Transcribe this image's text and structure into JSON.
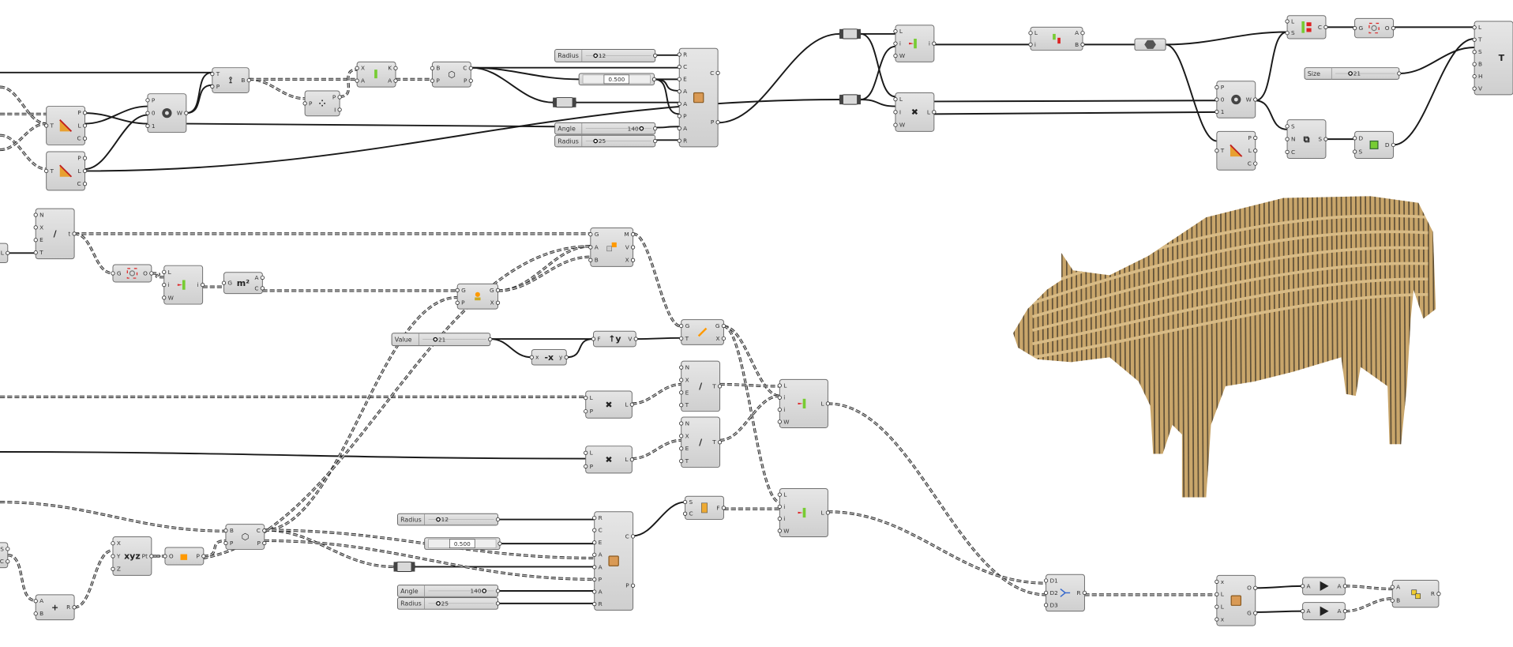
{
  "canvas": {
    "title": "Grasshopper definition canvas",
    "background": "#ffffff",
    "model_color": "#c9a66b"
  },
  "sliders": [
    {
      "id": "s1",
      "label": "Radius",
      "value": "12"
    },
    {
      "id": "s2",
      "label": "",
      "value": "0.500"
    },
    {
      "id": "s3",
      "label": "Angle",
      "value": "140"
    },
    {
      "id": "s4",
      "label": "Radius",
      "value": "25"
    },
    {
      "id": "s5",
      "label": "Size",
      "value": "21"
    },
    {
      "id": "s6",
      "label": "Value",
      "value": "21"
    },
    {
      "id": "s7",
      "label": "Radius",
      "value": "12"
    },
    {
      "id": "s8",
      "label": "",
      "value": "0.500"
    },
    {
      "id": "s9",
      "label": "Angle",
      "value": "140"
    },
    {
      "id": "s10",
      "label": "Radius",
      "value": "25"
    }
  ],
  "nodes": [
    {
      "id": "n1",
      "icon": "gradient-icon",
      "inputs": [
        "T"
      ],
      "outputs": [
        "P",
        "L",
        "C"
      ]
    },
    {
      "id": "n2",
      "icon": "gradient-icon",
      "inputs": [
        "T"
      ],
      "outputs": [
        "P",
        "L",
        "C"
      ]
    },
    {
      "id": "n3",
      "icon": "weave-icon",
      "inputs": [
        "P",
        "0",
        "1"
      ],
      "outputs": [
        "W"
      ]
    },
    {
      "id": "n4",
      "icon": "tree-icon",
      "inputs": [
        "T",
        "P"
      ],
      "outputs": [
        "B"
      ]
    },
    {
      "id": "n5",
      "icon": "points-icon",
      "inputs": [
        "P"
      ],
      "outputs": [
        "P",
        "I"
      ]
    },
    {
      "id": "n6",
      "icon": "bar-icon",
      "inputs": [
        "X",
        "A"
      ],
      "outputs": [
        "K",
        "A"
      ]
    },
    {
      "id": "n7",
      "icon": "brep-edges-icon",
      "inputs": [
        "B",
        "P"
      ],
      "outputs": [
        "C",
        "P"
      ]
    },
    {
      "id": "n8",
      "icon": "box-icon",
      "inputs": [
        "R",
        "C",
        "E",
        "A",
        "A",
        "P",
        "A",
        "R"
      ],
      "outputs": [
        "C",
        "P"
      ]
    },
    {
      "id": "n9",
      "icon": "insert-items-icon",
      "inputs": [
        "L",
        "i",
        "W"
      ],
      "outputs": [
        "i"
      ]
    },
    {
      "id": "n10",
      "icon": "remove-items-icon",
      "inputs": [
        "L",
        "I",
        "W"
      ],
      "outputs": [
        "L"
      ]
    },
    {
      "id": "n11",
      "icon": "split-list-icon",
      "inputs": [
        "L",
        "i"
      ],
      "outputs": [
        "A",
        "B"
      ]
    },
    {
      "id": "n12",
      "icon": "weave-icon",
      "inputs": [
        "P",
        "0",
        "1"
      ],
      "outputs": [
        "W"
      ]
    },
    {
      "id": "n13",
      "icon": "gradient-icon",
      "inputs": [
        "T"
      ],
      "outputs": [
        "P",
        "L",
        "C"
      ]
    },
    {
      "id": "n14",
      "icon": "cull-pattern-icon",
      "inputs": [
        "L",
        "S"
      ],
      "outputs": [
        "C"
      ]
    },
    {
      "id": "n15",
      "icon": "group-icon",
      "inputs": [
        "G"
      ],
      "outputs": [
        "O"
      ]
    },
    {
      "id": "n16",
      "icon": "text-tag-icon",
      "inputs": [
        "L",
        "T",
        "S",
        "B",
        "H",
        "V"
      ],
      "outputs": []
    },
    {
      "id": "n17",
      "icon": "duplicate-icon",
      "inputs": [
        "S",
        "N",
        "C"
      ],
      "outputs": [
        "S"
      ]
    },
    {
      "id": "n18",
      "icon": "layers-icon",
      "inputs": [
        "D",
        "S"
      ],
      "outputs": [
        "D"
      ]
    },
    {
      "id": "n19",
      "icon": "saw-icon",
      "inputs": [
        "N",
        "X",
        "E",
        "T"
      ],
      "outputs": [
        "t"
      ]
    },
    {
      "id": "n20",
      "icon": "group-icon",
      "inputs": [
        "G"
      ],
      "outputs": [
        "O"
      ]
    },
    {
      "id": "n21",
      "icon": "insert-items-icon",
      "inputs": [
        "L",
        "i",
        "W"
      ],
      "outputs": [
        "i"
      ]
    },
    {
      "id": "n22",
      "icon": "area-icon",
      "inputs": [
        "G"
      ],
      "outputs": [
        "A",
        "C"
      ]
    },
    {
      "id": "n23",
      "icon": "centroid-icon",
      "inputs": [
        "G",
        "P"
      ],
      "outputs": [
        "G",
        "X"
      ]
    },
    {
      "id": "n24",
      "icon": "mirror-icon",
      "inputs": [
        "G",
        "A",
        "B"
      ],
      "outputs": [
        "M",
        "V",
        "X"
      ]
    },
    {
      "id": "n25",
      "icon": "negative-icon",
      "inputs": [
        "x"
      ],
      "outputs": [
        "y"
      ]
    },
    {
      "id": "n26",
      "icon": "unit-y-icon",
      "inputs": [
        "F"
      ],
      "outputs": [
        "V"
      ]
    },
    {
      "id": "n27",
      "icon": "move-icon",
      "inputs": [
        "G",
        "T"
      ],
      "outputs": [
        "G",
        "X"
      ]
    },
    {
      "id": "n28",
      "icon": "cull-index-icon",
      "inputs": [
        "L",
        "P"
      ],
      "outputs": [
        "L"
      ]
    },
    {
      "id": "n29",
      "icon": "cull-index-icon",
      "inputs": [
        "L",
        "P"
      ],
      "outputs": [
        "L"
      ]
    },
    {
      "id": "n30",
      "icon": "saw-icon",
      "inputs": [
        "N",
        "X",
        "E",
        "T"
      ],
      "outputs": [
        "T"
      ]
    },
    {
      "id": "n31",
      "icon": "saw-icon",
      "inputs": [
        "N",
        "X",
        "E",
        "T"
      ],
      "outputs": [
        "T"
      ]
    },
    {
      "id": "n32",
      "icon": "insert-items-icon",
      "inputs": [
        "L",
        "i",
        "i",
        "W"
      ],
      "outputs": [
        "L"
      ]
    },
    {
      "id": "n33",
      "icon": "insert-items-icon",
      "inputs": [
        "L",
        "i",
        "i",
        "W"
      ],
      "outputs": [
        "L"
      ]
    },
    {
      "id": "n34",
      "icon": "door-icon",
      "inputs": [
        "S",
        "C"
      ],
      "outputs": [
        "F"
      ]
    },
    {
      "id": "n35",
      "icon": "partial-node-icon",
      "inputs": [],
      "outputs": [
        "L"
      ]
    },
    {
      "id": "n36",
      "icon": "partial-node-icon",
      "inputs": [],
      "outputs": [
        "S",
        "C"
      ]
    },
    {
      "id": "n37",
      "icon": "addition-icon",
      "inputs": [
        "A",
        "B"
      ],
      "outputs": [
        "R"
      ]
    },
    {
      "id": "n38",
      "icon": "construct-point-icon",
      "inputs": [
        "X",
        "Y",
        "Z"
      ],
      "outputs": [
        "Pt"
      ]
    },
    {
      "id": "n39",
      "icon": "xz-plane-icon",
      "inputs": [
        "O"
      ],
      "outputs": [
        "P"
      ]
    },
    {
      "id": "n40",
      "icon": "brep-edges-icon",
      "inputs": [
        "B",
        "P"
      ],
      "outputs": [
        "C",
        "P"
      ]
    },
    {
      "id": "n41",
      "icon": "box-icon",
      "inputs": [
        "R",
        "C",
        "E",
        "A",
        "A",
        "P",
        "A",
        "R"
      ],
      "outputs": [
        "C",
        "P"
      ]
    },
    {
      "id": "n42",
      "icon": "entwine-icon",
      "inputs": [
        "D1",
        "D2",
        "D3"
      ],
      "outputs": [
        "R"
      ]
    },
    {
      "id": "n43",
      "icon": "box-icon",
      "inputs": [
        "x",
        "L",
        "L",
        "x"
      ],
      "outputs": [
        "O",
        "G"
      ]
    },
    {
      "id": "n44",
      "icon": "play-icon",
      "inputs": [
        "A"
      ],
      "outputs": [
        "A"
      ]
    },
    {
      "id": "n45",
      "icon": "play-icon",
      "inputs": [
        "A"
      ],
      "outputs": [
        "A"
      ]
    },
    {
      "id": "n46",
      "icon": "merge-icon",
      "inputs": [
        "A",
        "B"
      ],
      "outputs": [
        "R"
      ]
    }
  ]
}
